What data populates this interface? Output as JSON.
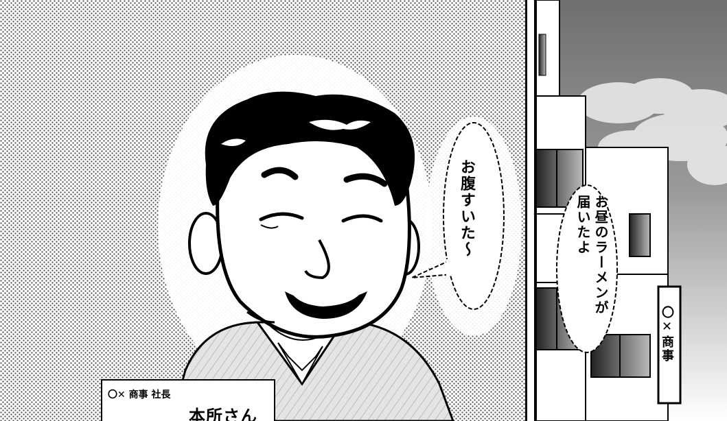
{
  "panels": {
    "left": {
      "speech": "お腹すいた～",
      "nameplate": {
        "company_title": "〇✕ 商事 社長",
        "name": "本所さん"
      }
    },
    "right": {
      "speech": "お昼のラーメンが届いたよ",
      "building_sign": "〇✕商事"
    }
  },
  "colors": {
    "ink": "#000000",
    "paper": "#ffffff",
    "vest": "#e6e6e6",
    "sky": "#7a7a7a"
  }
}
